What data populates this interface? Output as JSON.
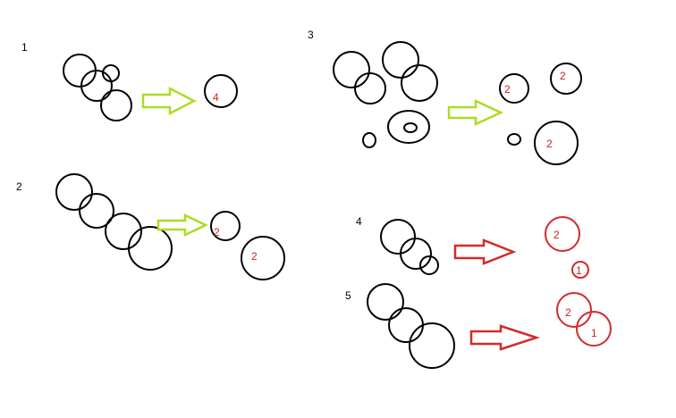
{
  "colors": {
    "background": "#ffffff",
    "circle_stroke": "#000000",
    "label_text": "#000000",
    "count_text": "#cc2222",
    "result_circle_red": "#d42a2a",
    "arrow_green": "#aadd22",
    "arrow_red": "#d42a2a"
  },
  "sections": [
    {
      "label": "1",
      "arrow_color": "green",
      "results": [
        {
          "count": "4"
        }
      ]
    },
    {
      "label": "2",
      "arrow_color": "green",
      "results": [
        {
          "count": "2"
        },
        {
          "count": "2"
        }
      ]
    },
    {
      "label": "3",
      "arrow_color": "green",
      "results": [
        {
          "count": "2"
        },
        {
          "count": "2"
        },
        {
          "count": ""
        },
        {
          "count": "2"
        }
      ]
    },
    {
      "label": "4",
      "arrow_color": "red",
      "results": [
        {
          "count": "2"
        },
        {
          "count": "1"
        }
      ]
    },
    {
      "label": "5",
      "arrow_color": "red",
      "results": [
        {
          "count": "2"
        },
        {
          "count": "1"
        }
      ]
    }
  ]
}
